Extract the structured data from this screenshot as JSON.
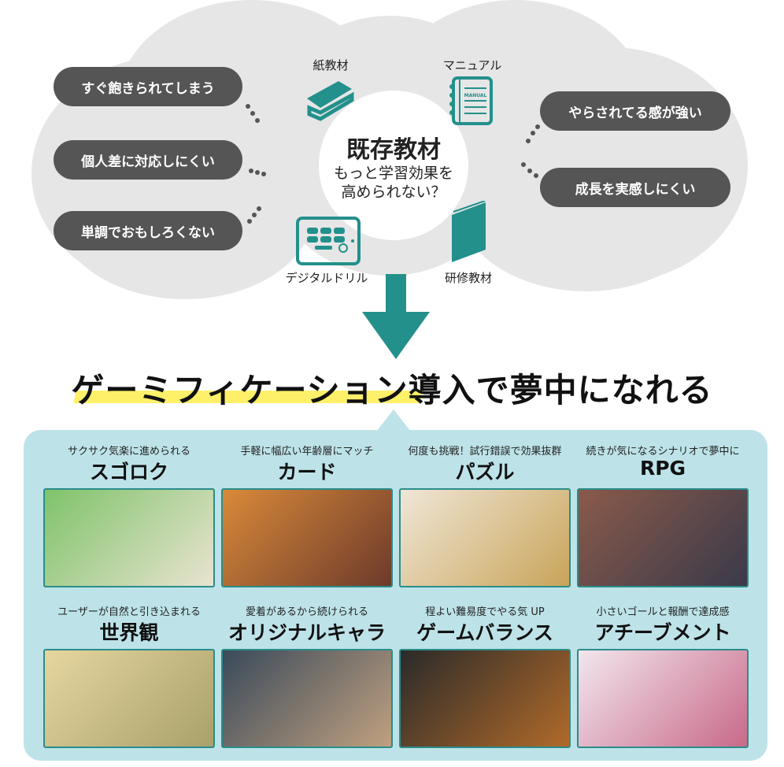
{
  "colors": {
    "teal": "#23908c",
    "cloud": "#e6e6e6",
    "pill": "#555555",
    "panel": "#bde3e8",
    "highlight": "#fff06a"
  },
  "top": {
    "center_title": "既存教材",
    "center_sub_1": "もっと学習効果を",
    "center_sub_2": "高められない？",
    "materials": [
      {
        "label": "紙教材",
        "icon": "books-icon"
      },
      {
        "label": "マニュアル",
        "icon": "manual-icon",
        "icon_text": "MANUAL"
      },
      {
        "label": "デジタルドリル",
        "icon": "tablet-icon"
      },
      {
        "label": "研修教材",
        "icon": "book-icon"
      }
    ],
    "left_complaints": [
      "すぐ飽きられてしまう",
      "個人差に対応しにくい",
      "単調でおもしろくない"
    ],
    "right_complaints": [
      "やらされてる感が強い",
      "成長を実感しにくい"
    ]
  },
  "headline": "ゲーミフィケーション導入で夢中になれる",
  "features": [
    {
      "caption": "サクサク気楽に進められる",
      "title": "スゴロク",
      "thumb_colors": [
        "#7fc36a",
        "#e9e3d0"
      ]
    },
    {
      "caption": "手軽に幅広い年齢層にマッチ",
      "title": "カード",
      "thumb_colors": [
        "#d98a3a",
        "#6d3a2a"
      ]
    },
    {
      "caption": "何度も挑戦！試行錯誤で効果抜群",
      "title": "パズル",
      "thumb_colors": [
        "#efe6d6",
        "#c9a45a"
      ]
    },
    {
      "caption": "続きが気になるシナリオで夢中に",
      "title": "RPG",
      "thumb_colors": [
        "#8a5a4a",
        "#3a3a4a"
      ]
    },
    {
      "caption": "ユーザーが自然と引き込まれる",
      "title": "世界観",
      "thumb_colors": [
        "#e6d6a0",
        "#a9a06a"
      ]
    },
    {
      "caption": "愛着があるから続けられる",
      "title": "オリジナルキャラ",
      "thumb_colors": [
        "#3a4a5a",
        "#c0a080"
      ]
    },
    {
      "caption": "程よい難易度でやる気 UP",
      "title": "ゲームバランス",
      "thumb_colors": [
        "#2a2a2a",
        "#b06a2a"
      ]
    },
    {
      "caption": "小さいゴールと報酬で達成感",
      "title": "アチーブメント",
      "thumb_colors": [
        "#f2e6ec",
        "#c86a8a"
      ]
    }
  ]
}
